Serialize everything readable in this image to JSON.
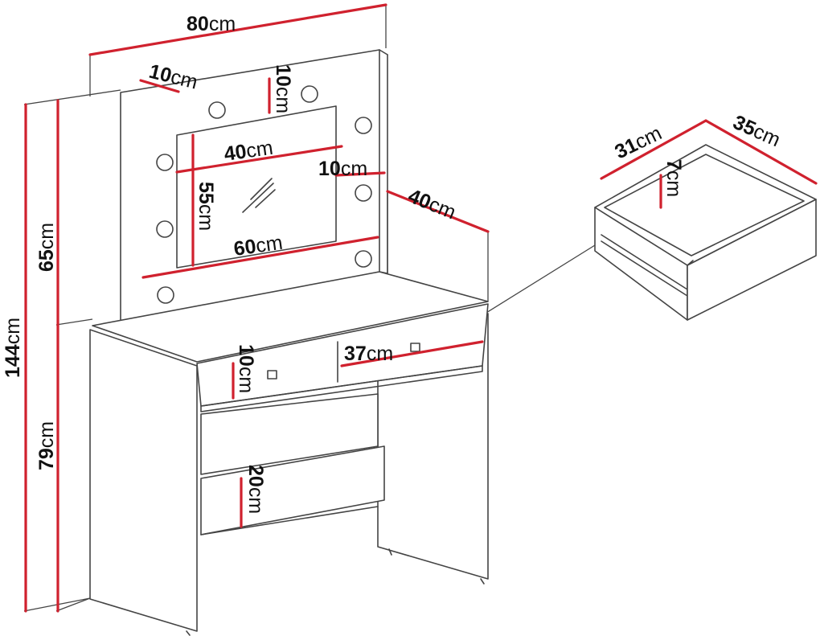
{
  "unit": "cm",
  "dimensions": {
    "total_width": "80",
    "total_height": "144",
    "mirror_height": "65",
    "desk_height": "79",
    "mirror_frame_side": "10",
    "mirror_frame_top": "10",
    "mirror_glass_width": "40",
    "mirror_frame_inner": "10",
    "mirror_glass_height": "55",
    "mirror_width": "60",
    "desk_depth": "40",
    "top_drawer_height": "10",
    "top_drawer_width": "37",
    "bottom_drawer_height": "20",
    "drawer_inner_width": "31",
    "drawer_inner_depth": "35",
    "drawer_inner_height": "7"
  }
}
